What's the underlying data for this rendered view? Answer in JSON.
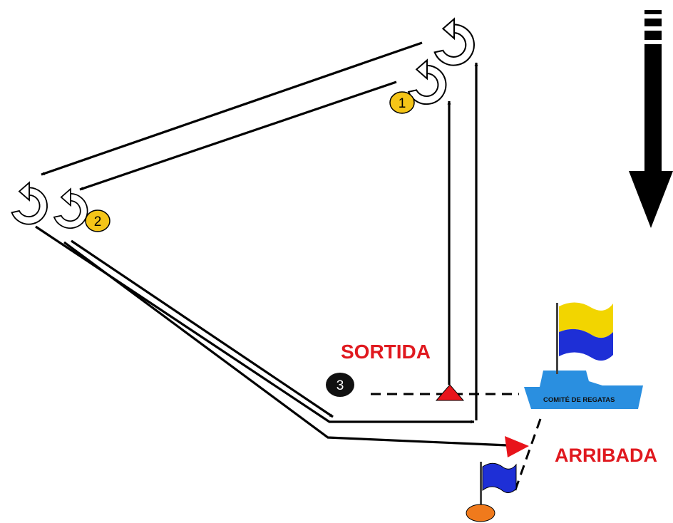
{
  "labels": {
    "start": "SORTIDA",
    "finish": "ARRIBADA",
    "committee_boat": "COMITÉ DE REGATAS"
  },
  "marks": {
    "mark1": "1",
    "mark2": "2",
    "mark3": "3"
  },
  "colors": {
    "mark_yellow": "#f5c518",
    "mark_black": "#111111",
    "label_red": "#e0191f",
    "start_buoy_red": "#e8141b",
    "boat_blue": "#2a8fe0",
    "flag_yellow": "#f2d500",
    "flag_blue": "#1e2fd6",
    "buoy_orange": "#f07a1c"
  },
  "icons": {
    "wind": "wind-direction-arrow-icon",
    "rounding": "counterclockwise-rounding-icon",
    "start_mark": "red-triangle-buoy-icon",
    "finish_mark": "orange-buoy-icon"
  }
}
